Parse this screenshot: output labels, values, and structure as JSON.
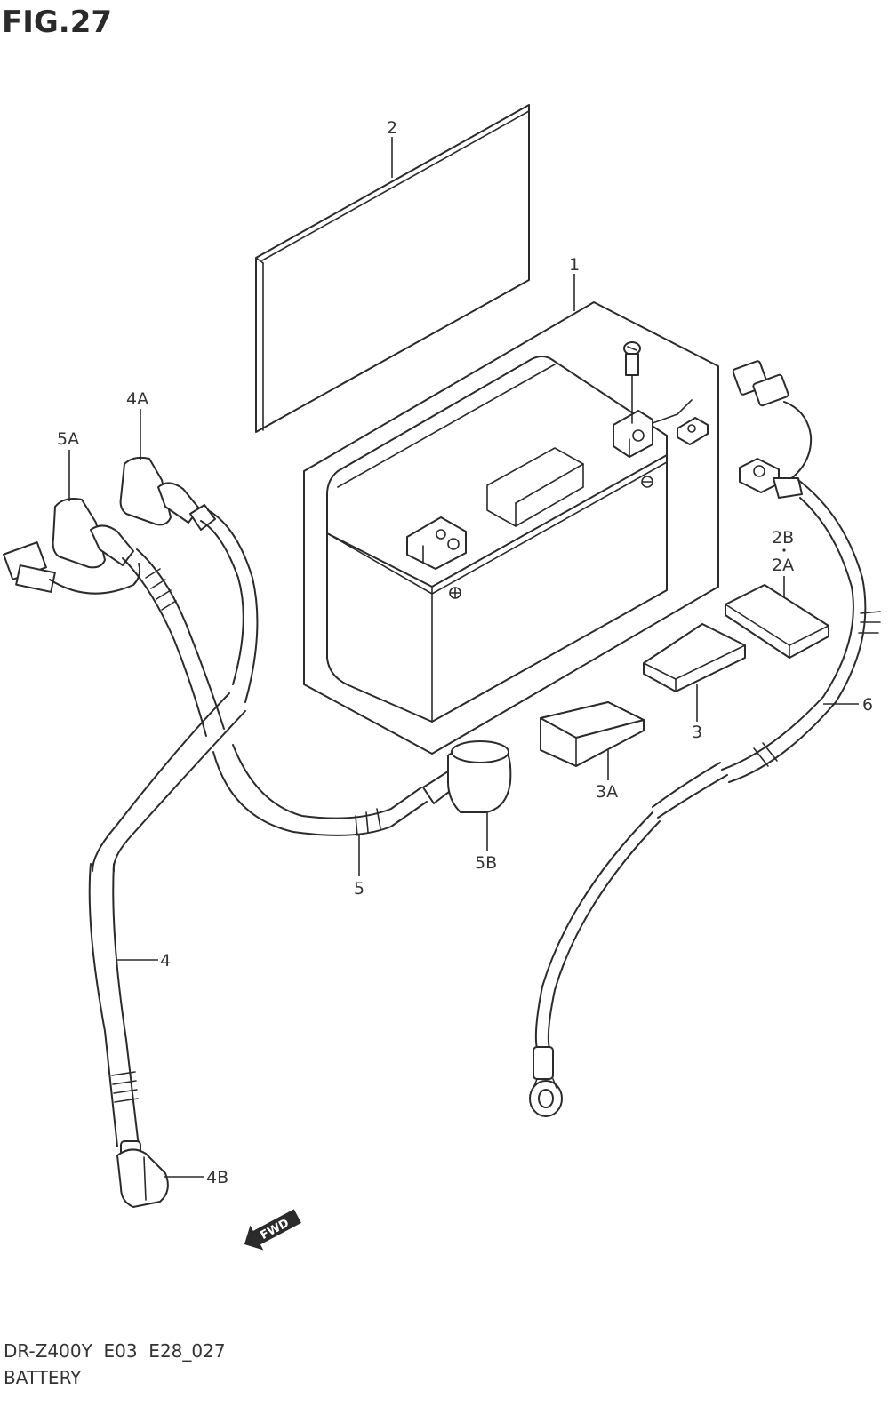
{
  "figure": {
    "title": "FIG.27"
  },
  "footer": {
    "model_code": "DR-Z400Y  E03  E28_027",
    "section": "BATTERY"
  },
  "direction_marker": {
    "text": "FWD",
    "icon": "fwd-arrow-icon"
  },
  "callouts": {
    "c1": "1",
    "c2": "2",
    "c2A": "2A",
    "c2B": "2B",
    "c3": "3",
    "c3A": "3A",
    "c4": "4",
    "c4A": "4A",
    "c4B": "4B",
    "c5": "5",
    "c5A": "5A",
    "c5B": "5B",
    "c6": "6"
  },
  "colors": {
    "line": "#2b2b2b",
    "text": "#333333",
    "background": "#ffffff"
  }
}
